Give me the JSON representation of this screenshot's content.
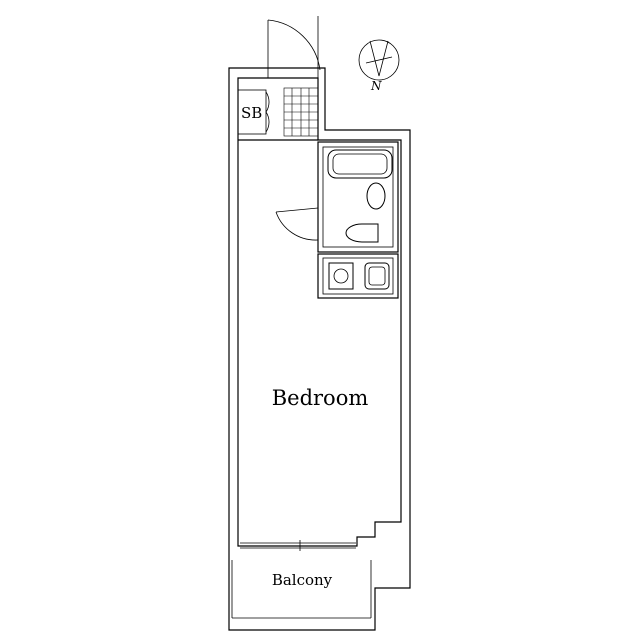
{
  "rooms": {
    "storage_label": "SB",
    "bedroom_label": "Bedroom",
    "balcony_label": "Balcony"
  },
  "compass": {
    "north_label": "N"
  },
  "colors": {
    "line": "#000000",
    "background": "#ffffff"
  }
}
